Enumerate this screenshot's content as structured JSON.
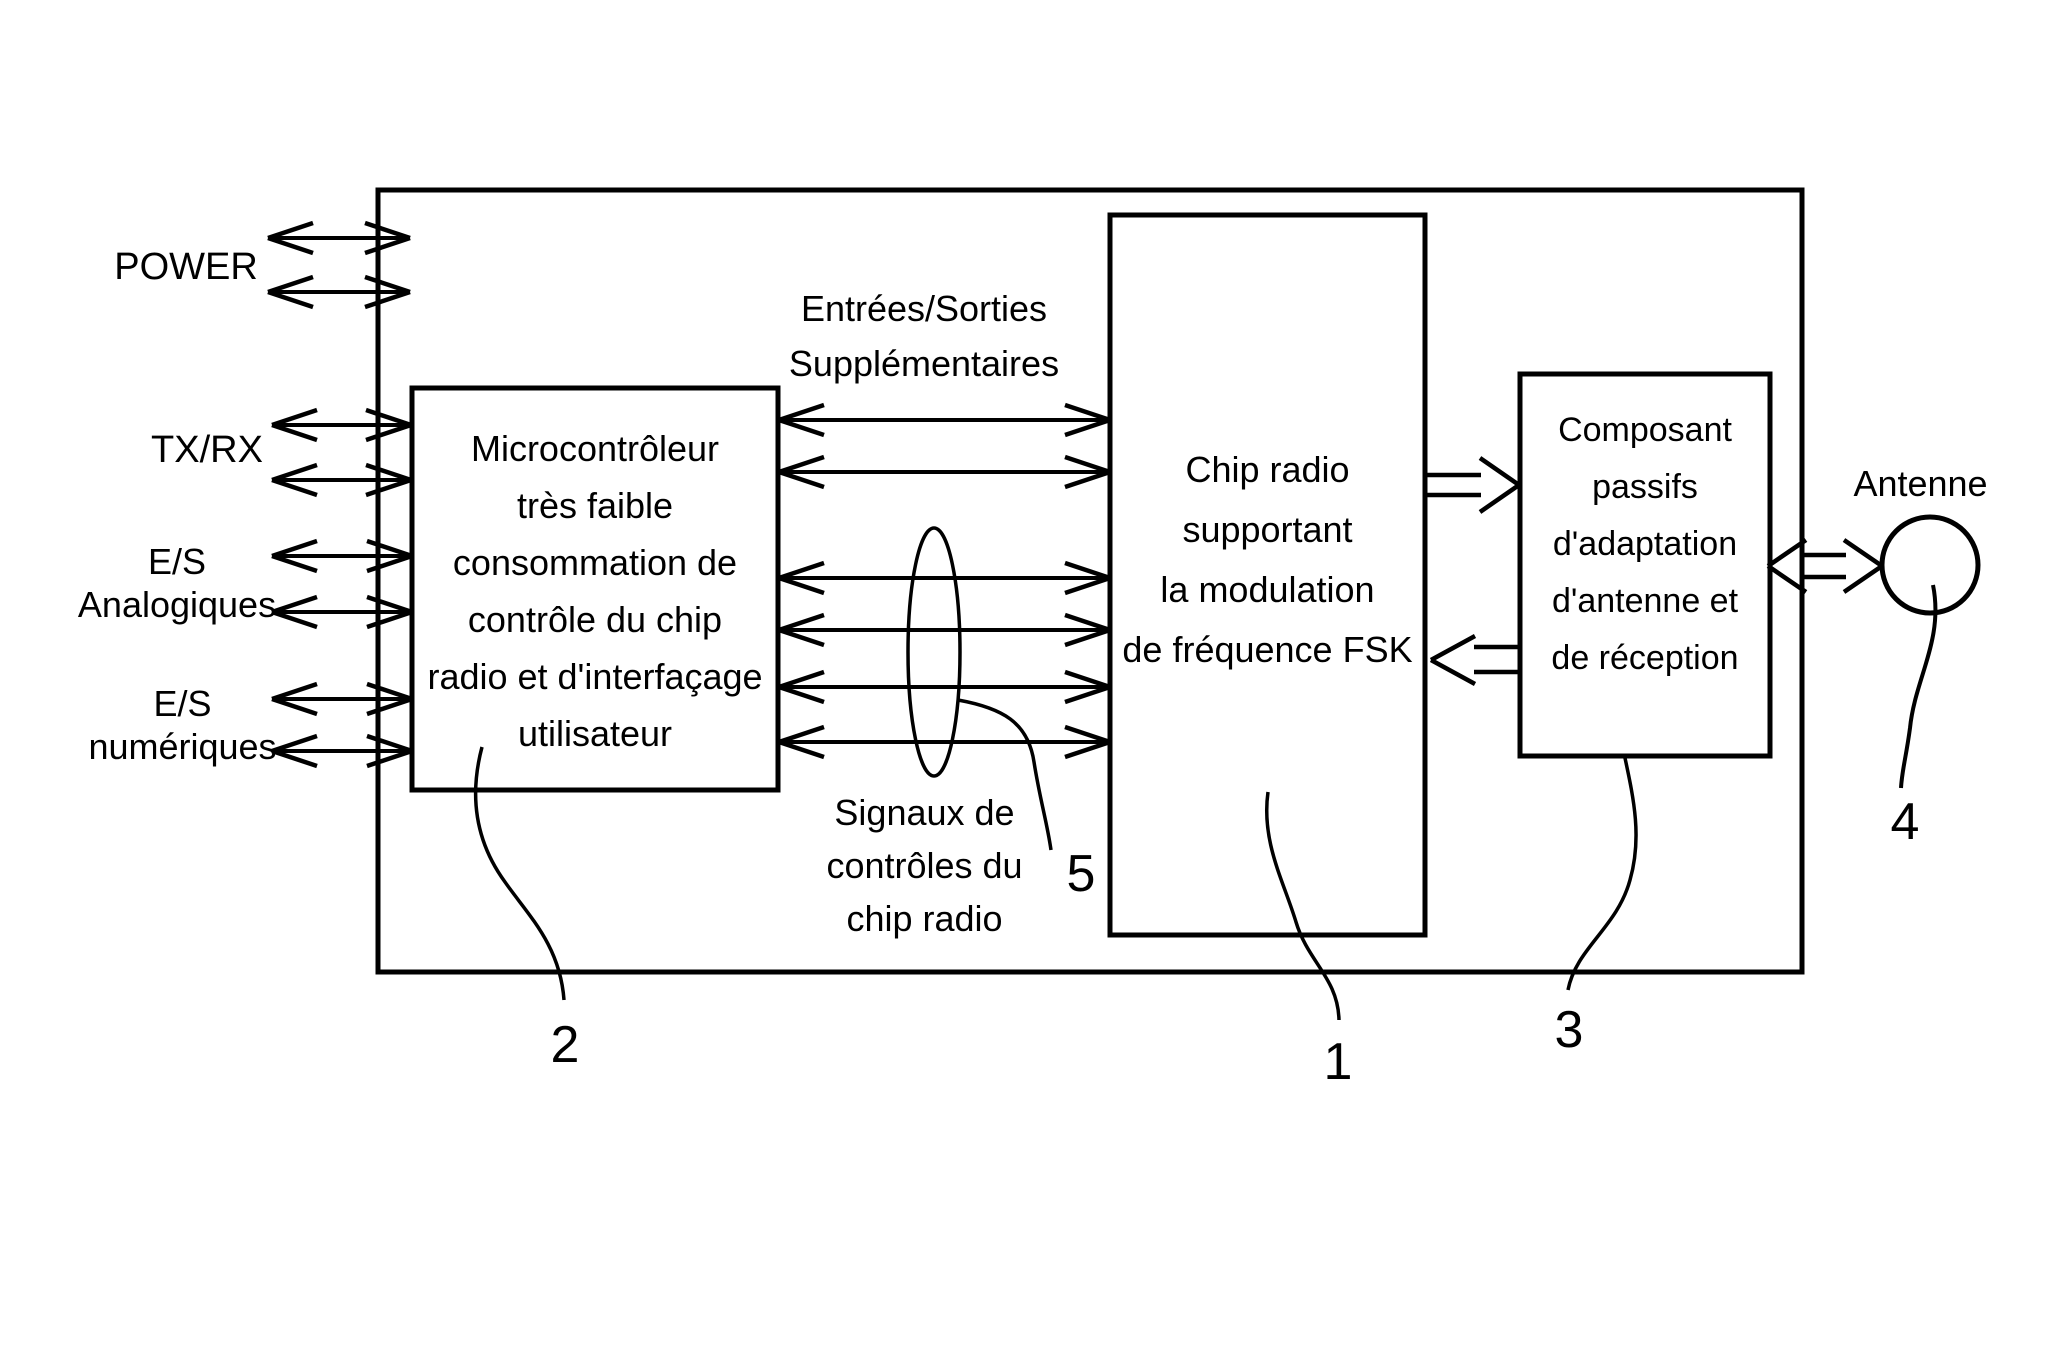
{
  "colors": {
    "ink": "#000000",
    "background": "#ffffff"
  },
  "ports": {
    "power": {
      "label": "POWER"
    },
    "txrx": {
      "label": "TX/RX"
    },
    "analog": {
      "lines": [
        "E/S",
        "Analogiques"
      ]
    },
    "digital": {
      "lines": [
        "E/S",
        "numériques"
      ]
    }
  },
  "blocks": {
    "microcontroller": {
      "ref": "2",
      "lines": [
        "Microcontrôleur",
        "très faible",
        "consommation de",
        "contrôle du chip",
        "radio et d'interfaçage",
        "utilisateur"
      ]
    },
    "chip_radio": {
      "ref": "1",
      "lines": [
        "Chip radio",
        "supportant",
        "la modulation",
        "de fréquence FSK"
      ]
    },
    "passive": {
      "ref": "3",
      "lines": [
        "Composant",
        "passifs",
        "d'adaptation",
        "d'antenne et",
        "de réception"
      ]
    },
    "antenna": {
      "ref": "4",
      "label": "Antenne"
    }
  },
  "bus_labels": {
    "extra_io": {
      "lines": [
        "Entrées/Sorties",
        "Supplémentaires"
      ]
    },
    "control_signals": {
      "ref": "5",
      "lines": [
        "Signaux de",
        "contrôles du",
        "chip radio"
      ]
    }
  }
}
